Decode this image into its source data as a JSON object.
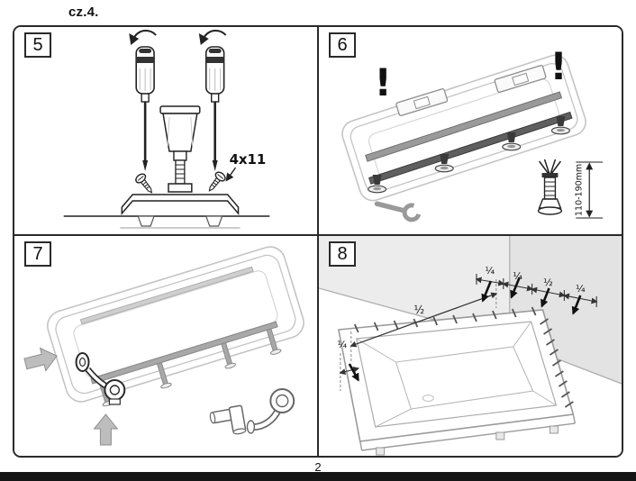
{
  "page": {
    "header": "cz.4.",
    "page_number": "2"
  },
  "panels": {
    "p5": {
      "number": "5",
      "label_screws": "4x11"
    },
    "p6": {
      "number": "6",
      "exclamation": "!",
      "label_height": "110-190mm"
    },
    "p7": {
      "number": "7"
    },
    "p8": {
      "number": "8",
      "top_dims": [
        "¼",
        "¼",
        "½",
        "¼"
      ],
      "long_dim": "½",
      "left_dim": "¼"
    }
  },
  "colors": {
    "line_dark": "#222222",
    "line_light": "#c4c4c4",
    "footer_bar": "#151515"
  }
}
